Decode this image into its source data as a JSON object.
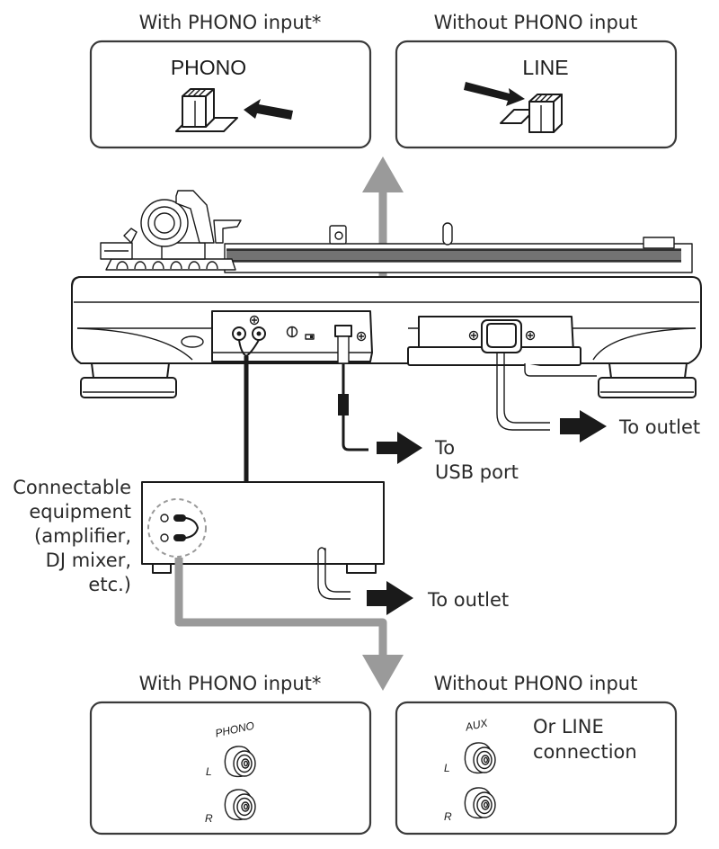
{
  "diagram": {
    "title": "Turntable connection diagram",
    "colors": {
      "line": "#1a1a1a",
      "signal_path": "#9a9a9a",
      "background": "#ffffff"
    }
  },
  "top_panels": [
    {
      "heading": "With PHONO input*",
      "switch_label": "PHONO",
      "switch_position": "PHONO",
      "arrow_direction": "left"
    },
    {
      "heading": "Without PHONO input",
      "switch_label": "LINE",
      "switch_position": "LINE",
      "arrow_direction": "right"
    }
  ],
  "turntable": {
    "rear_panel": {
      "audio_out": "RCA L/R output jacks",
      "switch": "PHONO/LINE selector",
      "usb": "USB port",
      "power": "AC inlet"
    }
  },
  "callouts": {
    "usb": [
      "To",
      "USB port"
    ],
    "outlet_turntable": "To outlet",
    "outlet_equipment": "To outlet",
    "equipment": [
      "Connectable",
      "equipment",
      "(amplifier,",
      "DJ mixer,",
      "etc.)"
    ]
  },
  "bottom_panels": [
    {
      "heading": "With PHONO input*",
      "jack_label": "PHONO",
      "channels": [
        "L",
        "R"
      ],
      "note": []
    },
    {
      "heading": "Without PHONO input",
      "jack_label": "AUX",
      "channels": [
        "L",
        "R"
      ],
      "note": [
        "Or LINE",
        "connection"
      ]
    }
  ]
}
